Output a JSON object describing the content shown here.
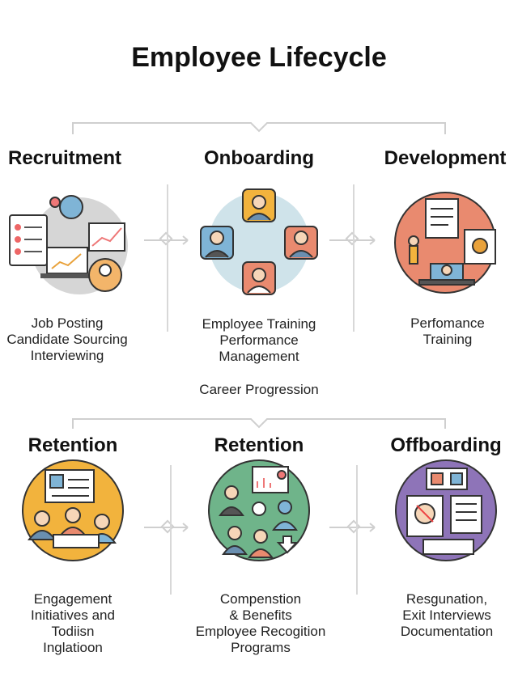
{
  "title": "Employee Lifecycle",
  "stages": [
    {
      "heading": "Recruitment",
      "lines": [
        "Job Posting",
        "Candidate Sourcing",
        "Interviewing"
      ],
      "color": "#cfcfcf"
    },
    {
      "heading": "Onboarding",
      "lines": [
        "Employee Training",
        "Performance",
        "Management"
      ],
      "extra": "Career Progression",
      "color": "#cfe3ea"
    },
    {
      "heading": "Development",
      "lines": [
        "Perfomance",
        "Training"
      ],
      "color": "#e98a6f"
    },
    {
      "heading": "Retention",
      "lines": [
        "Engagement",
        "Initiatives and",
        "Todiisn",
        "Inglatioon"
      ],
      "color": "#f2b33d"
    },
    {
      "heading": "Retention",
      "lines": [
        "Compenstion",
        "& Benefits",
        "Employee Recogition",
        "Programs"
      ],
      "color": "#6fb48a"
    },
    {
      "heading": "Offboarding",
      "lines": [
        "Resgunation,",
        "Exit Interviews",
        "Documentation"
      ],
      "color": "#8e74b8"
    }
  ]
}
